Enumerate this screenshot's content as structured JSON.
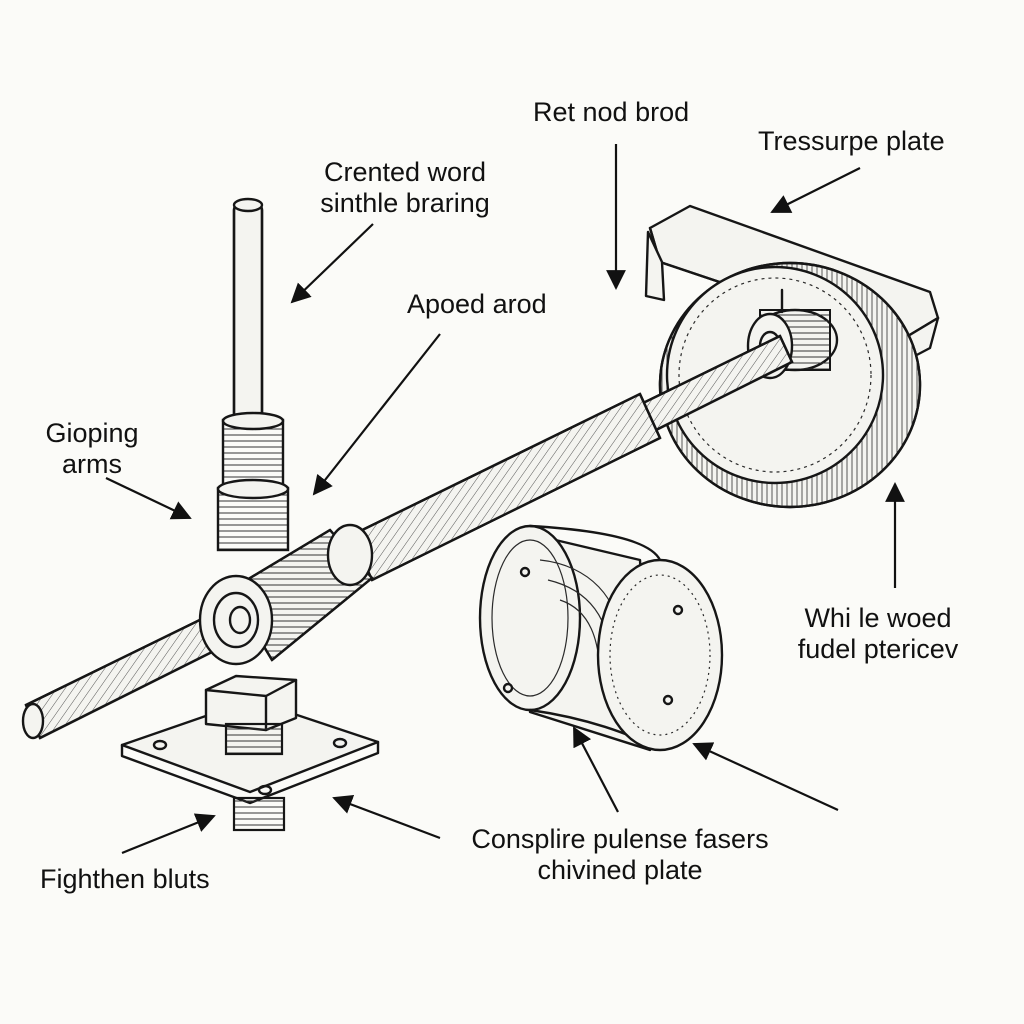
{
  "labels": {
    "centered_bearing": [
      "Crented word",
      "sinthle braring"
    ],
    "ret_rod": "Ret nod brod",
    "pressure_plate": "Tressurpe plate",
    "aposed_rod": "Apoed arod",
    "gripping_arms": [
      "Gioping",
      "arms"
    ],
    "wheel_piece": [
      "Whi le woed",
      "fudel ptericev"
    ],
    "couplers": [
      "Consplire pulense fasers",
      "chivined plate"
    ],
    "tighten_bolts": "Fighthen bluts"
  },
  "colors": {
    "ink": "#161616",
    "paper": "#fbfbf8",
    "fill": "#f4f4f0"
  }
}
